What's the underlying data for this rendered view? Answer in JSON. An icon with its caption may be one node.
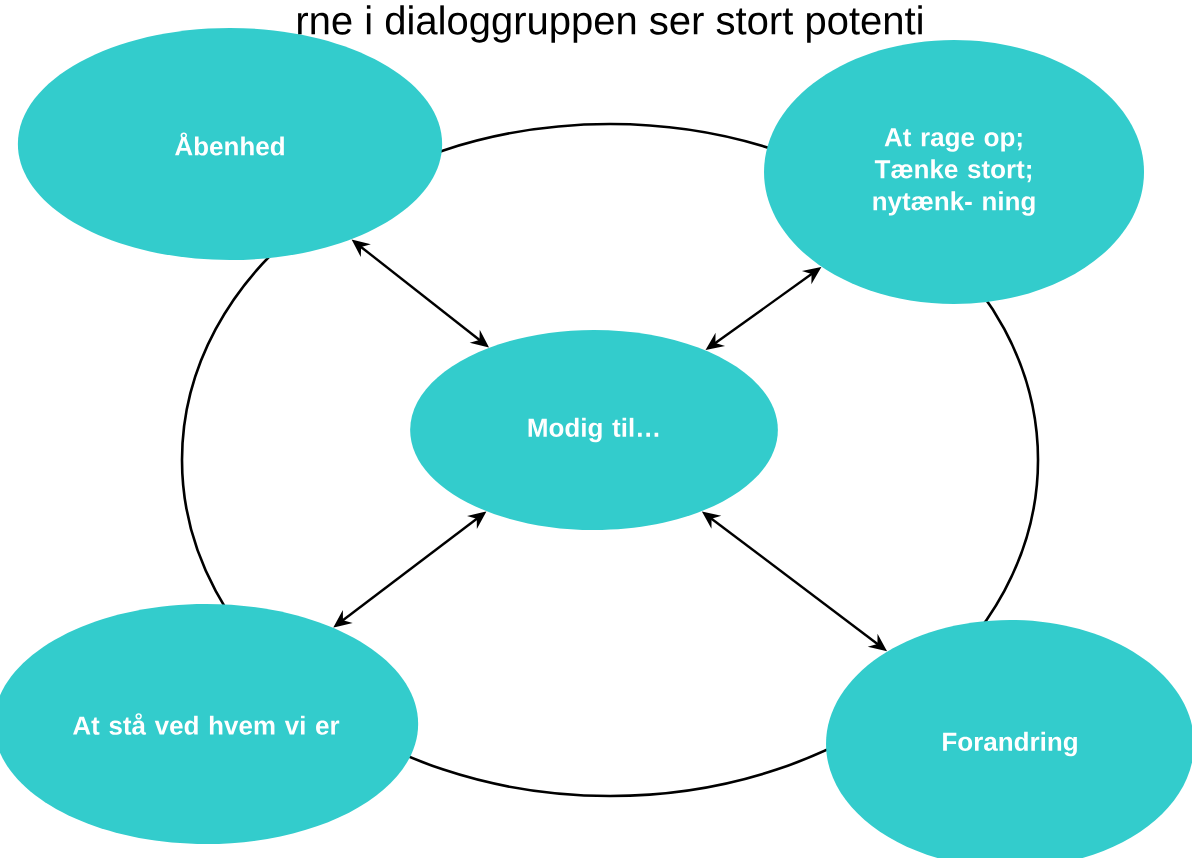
{
  "diagram": {
    "nodes": [
      {
        "text": [
          "Åbenhed"
        ]
      },
      {
        "text": [
          "At rage op; Tænke stort; nytænk- ning"
        ]
      },
      {
        "text": [
          "Modig til…"
        ]
      },
      {
        "text": [
          "At stå ved hvem vi er"
        ]
      },
      {
        "text": [
          "Forandring"
        ]
      }
    ],
    "edges": [
      {
        "from": 2,
        "to": 0,
        "arrow": "both"
      },
      {
        "from": 2,
        "to": 1,
        "arrow": "both"
      },
      {
        "from": 2,
        "to": 3,
        "arrow": "both"
      },
      {
        "from": 2,
        "to": 4,
        "arrow": "both"
      }
    ],
    "labels": [
      "rne i dialoggruppen ser stort potenti"
    ]
  }
}
